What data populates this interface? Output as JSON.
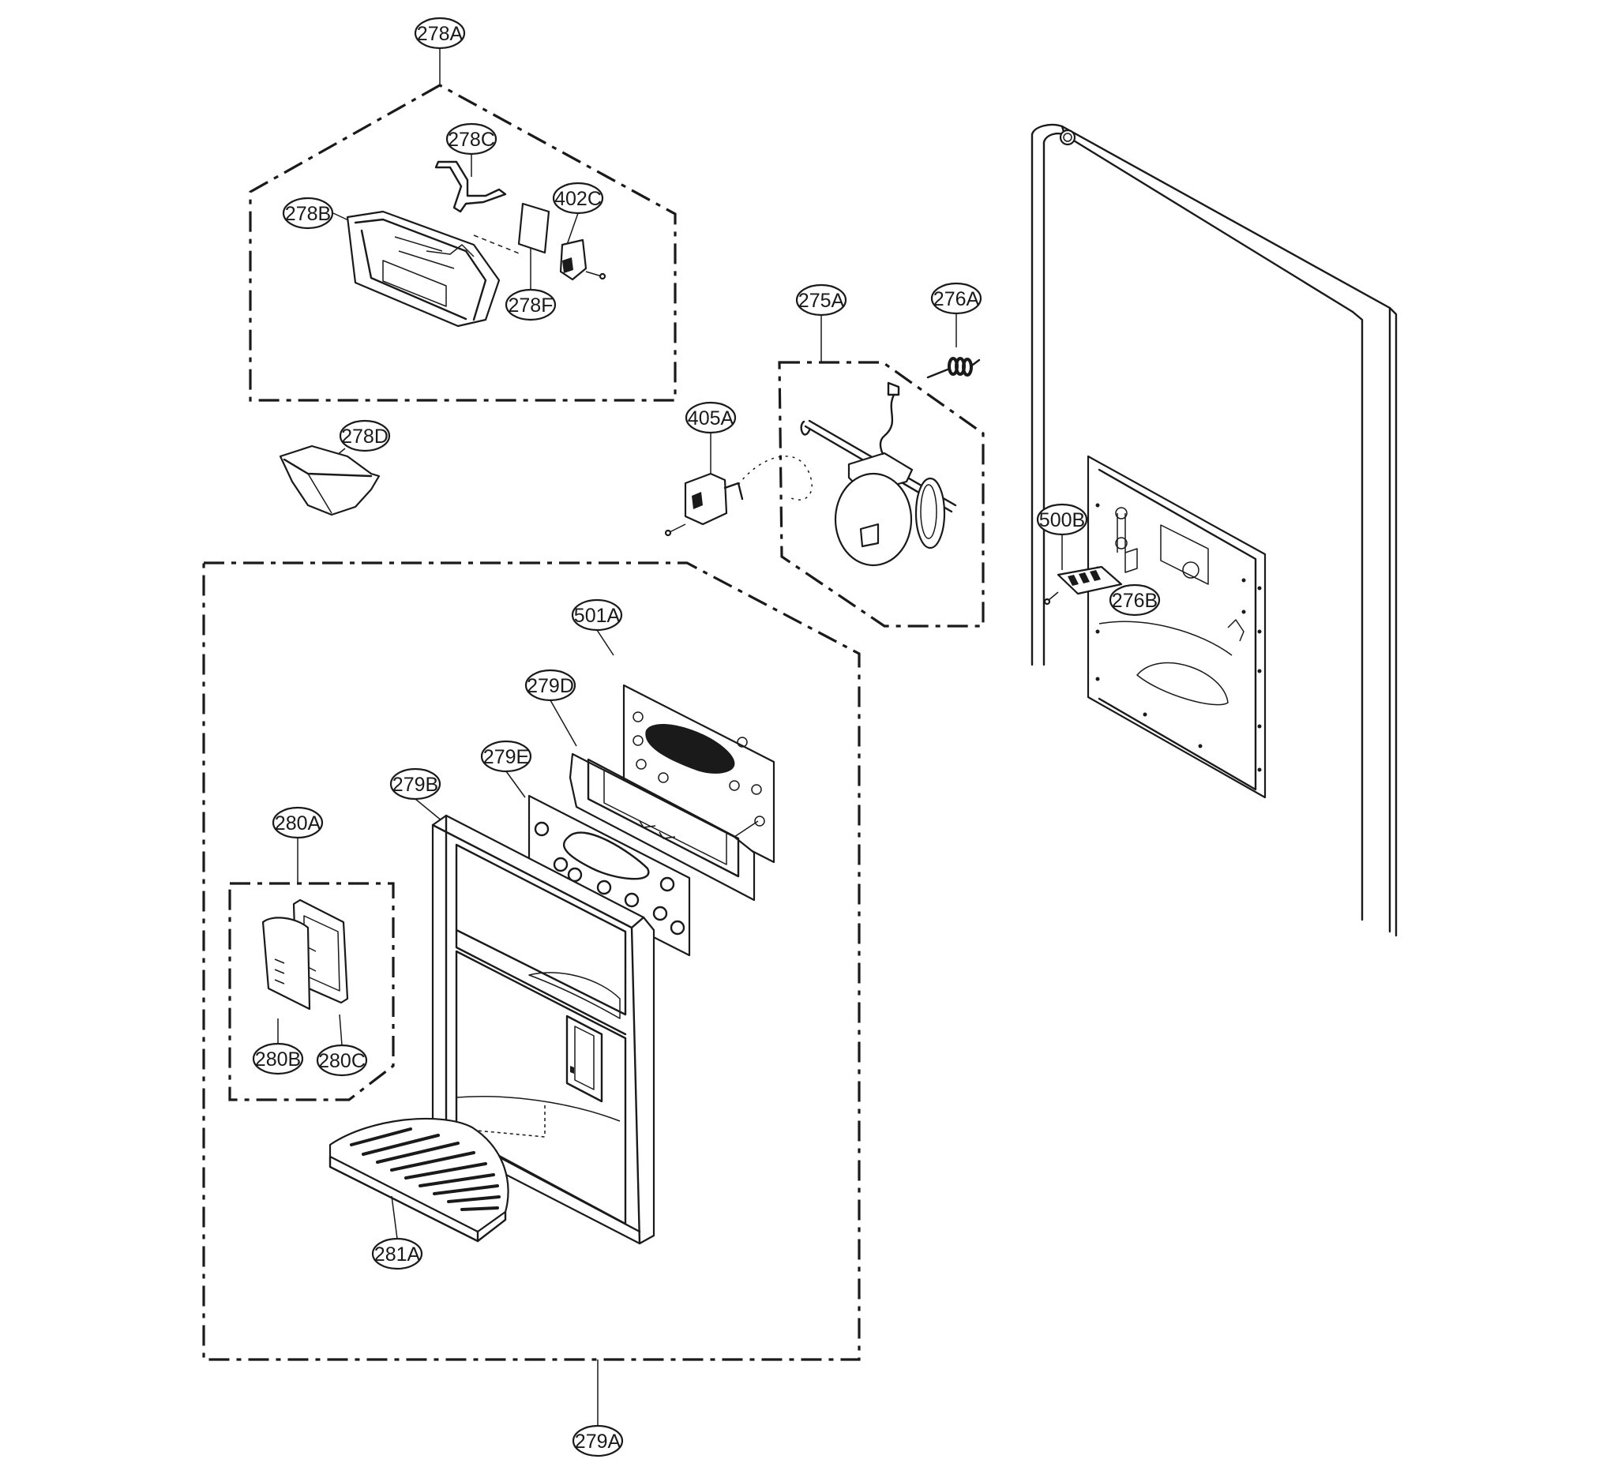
{
  "labels": [
    {
      "key": "l278A",
      "text": "278A"
    },
    {
      "key": "l278B",
      "text": "278B"
    },
    {
      "key": "l278C",
      "text": "278C"
    },
    {
      "key": "l278D",
      "text": "278D"
    },
    {
      "key": "l278F",
      "text": "278F"
    },
    {
      "key": "l402C",
      "text": "402C"
    },
    {
      "key": "l405A",
      "text": "405A"
    },
    {
      "key": "l275A",
      "text": "275A"
    },
    {
      "key": "l276A",
      "text": "276A"
    },
    {
      "key": "l276B",
      "text": "276B"
    },
    {
      "key": "l500B",
      "text": "500B"
    },
    {
      "key": "l501A",
      "text": "501A"
    },
    {
      "key": "l279D",
      "text": "279D"
    },
    {
      "key": "l279E",
      "text": "279E"
    },
    {
      "key": "l279B",
      "text": "279B"
    },
    {
      "key": "l280A",
      "text": "280A"
    },
    {
      "key": "l280B",
      "text": "280B"
    },
    {
      "key": "l280C",
      "text": "280C"
    },
    {
      "key": "l281A",
      "text": "281A"
    },
    {
      "key": "l279A",
      "text": "279A"
    }
  ]
}
